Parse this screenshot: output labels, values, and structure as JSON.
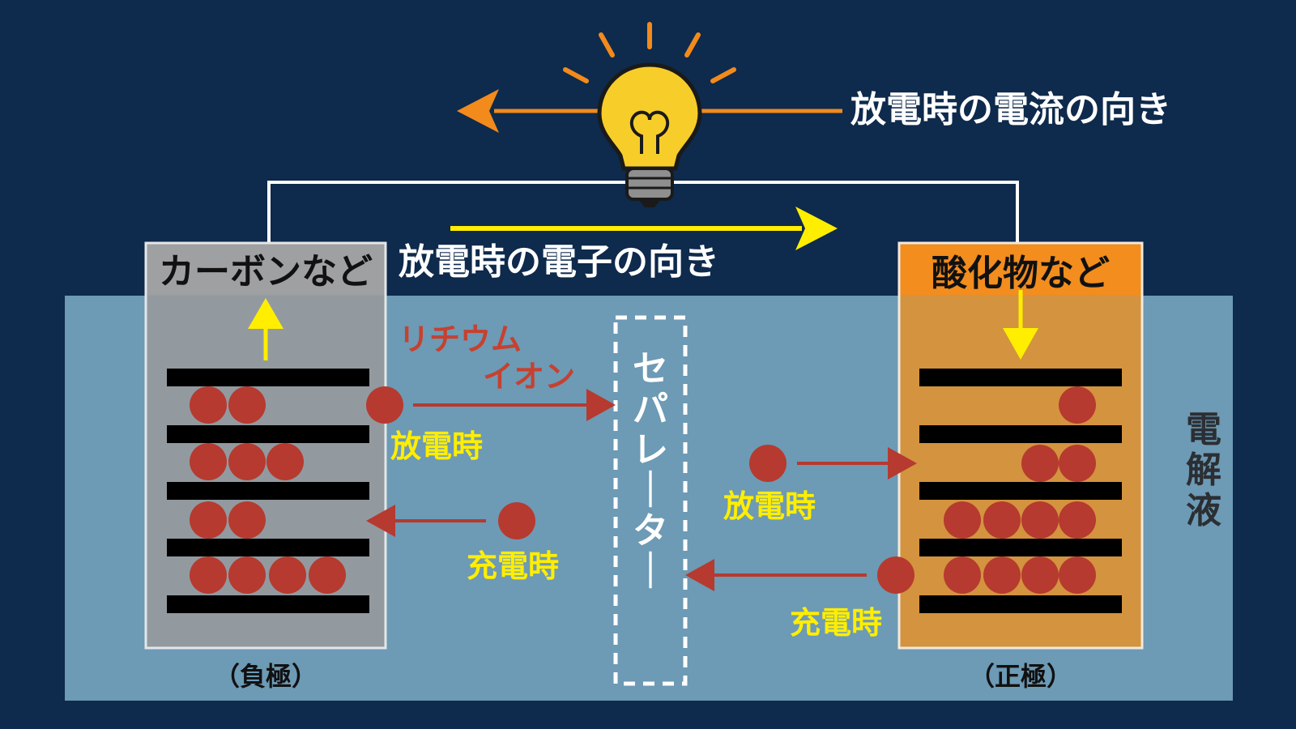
{
  "labels": {
    "current_direction": "放電時の電流の向き",
    "electron_direction": "放電時の電子の向き",
    "negative_material": "カーボンなど",
    "positive_material": "酸化物など",
    "negative_electrode": "（負極）",
    "positive_electrode": "（正極）",
    "separator": "セパレーター",
    "electrolyte": "電解液",
    "lithium_ion_line1": "リチウム",
    "lithium_ion_line2": "イオン",
    "discharge_left": "放電時",
    "charge_left": "充電時",
    "discharge_right": "放電時",
    "charge_right": "充電時"
  },
  "colors": {
    "background": "#0e2a4c",
    "electrolyte": "#6d9ab5",
    "negative_fill": "#929aa0",
    "positive_fill": "#d4933f",
    "positive_header": "#f28d1e",
    "ion": "#b63a2f",
    "ion_label": "#c6412f",
    "current_arrow": "#f28a1c",
    "electron_arrow": "#ffee00",
    "timing_label": "#ffee00",
    "bulb": "#f7cd2a"
  },
  "icons": {
    "bulb": "light-bulb-icon"
  }
}
